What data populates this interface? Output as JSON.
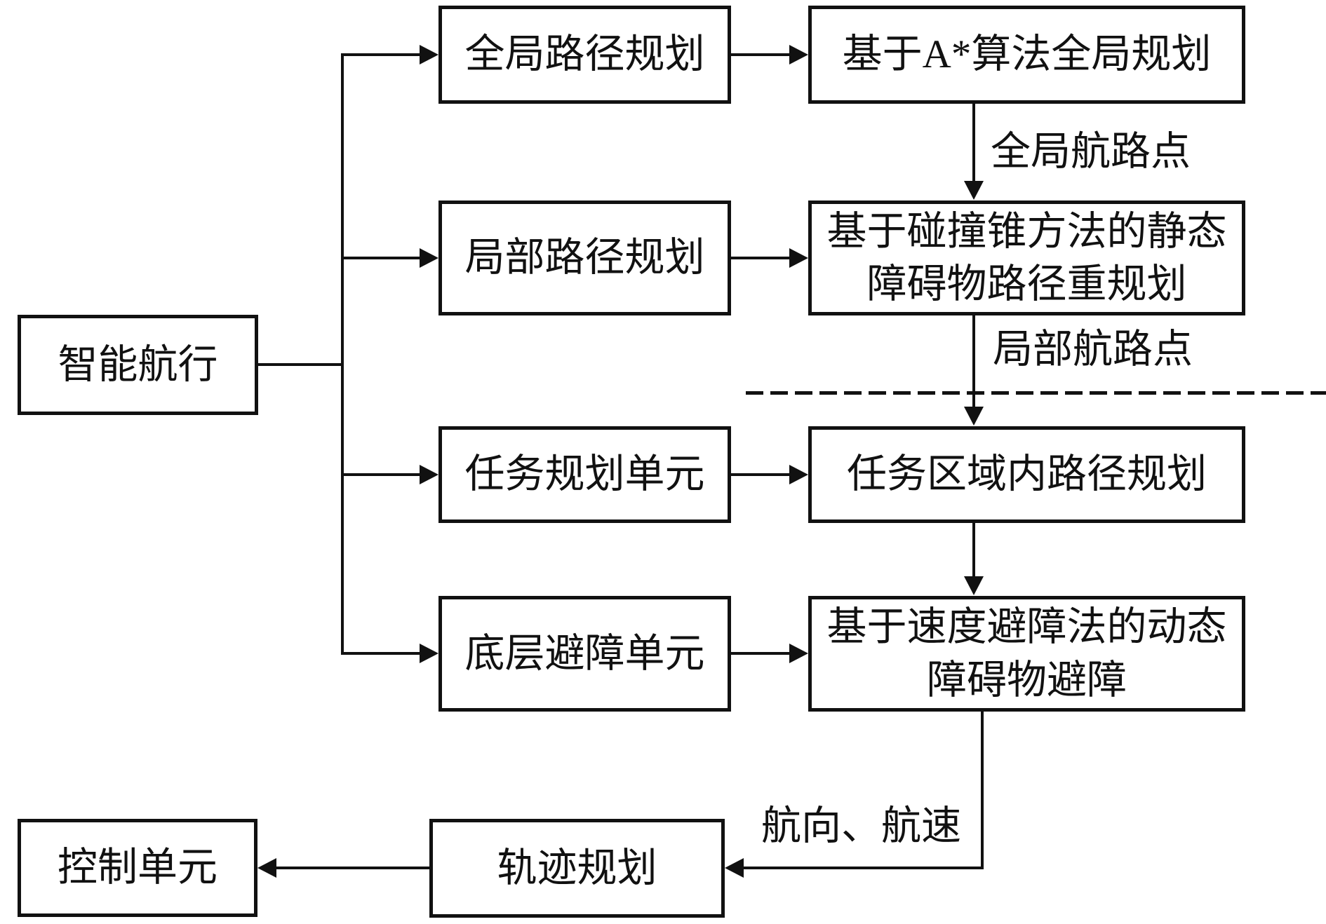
{
  "diagram": {
    "root": {
      "label": "智能航行"
    },
    "planning_units": [
      {
        "label": "全局路径规划"
      },
      {
        "label": "局部路径规划"
      },
      {
        "label": "任务规划单元"
      },
      {
        "label": "底层避障单元"
      }
    ],
    "methods": [
      {
        "label": "基于A*算法全局规划"
      },
      {
        "label": "基于碰撞锥方法的静态\n障碍物路径重规划"
      },
      {
        "label": "任务区域内路径规划"
      },
      {
        "label": "基于速度避障法的动态\n障碍物避障"
      }
    ],
    "outputs": {
      "trajectory": {
        "label": "轨迹规划"
      },
      "control": {
        "label": "控制单元"
      }
    },
    "edge_labels": {
      "global_waypoints": "全局航路点",
      "local_waypoints": "局部航路点",
      "heading_speed": "航向、航速"
    },
    "colors": {
      "stroke": "#111111",
      "text": "#111111",
      "background": "#ffffff"
    }
  }
}
